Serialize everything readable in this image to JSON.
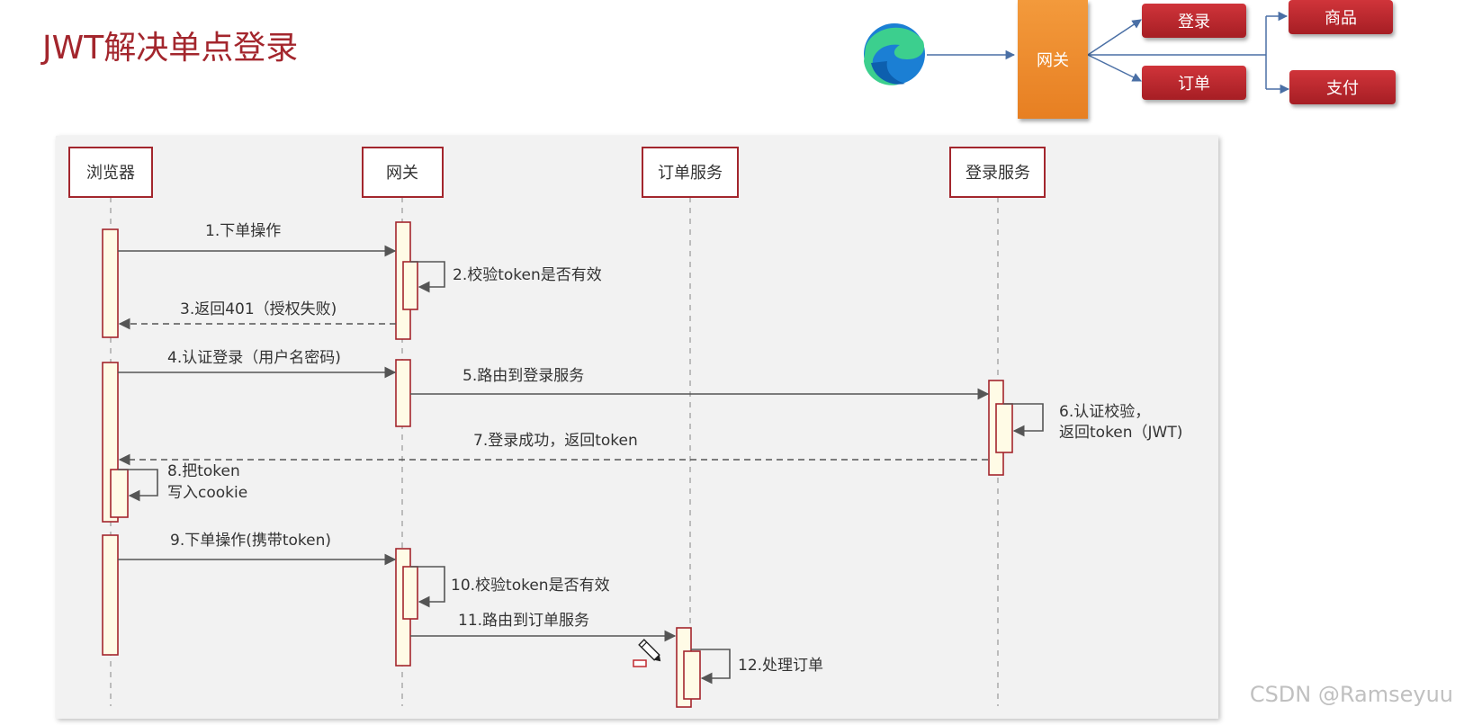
{
  "title": "JWT解决单点登录",
  "top_diagram": {
    "gateway": "网关",
    "buttons": {
      "login": "登录",
      "order": "订单",
      "goods": "商品",
      "pay": "支付"
    }
  },
  "sequence": {
    "participants": [
      "浏览器",
      "网关",
      "订单服务",
      "登录服务"
    ],
    "messages": [
      "1.下单操作",
      "2.校验token是否有效",
      "3.返回401（授权失败)",
      "4.认证登录（用户名密码)",
      "5.路由到登录服务",
      "6.认证校验，",
      "返回token（JWT)",
      "7.登录成功，返回token",
      "8.把token",
      "写入cookie",
      "9.下单操作(携带token)",
      "10.校验token是否有效",
      "11.路由到订单服务",
      "12.处理订单"
    ]
  },
  "watermark": "CSDN @Ramseyuu",
  "colors": {
    "title": "#a3262d",
    "gateway": "#ee8a2c",
    "button": "#c0282e",
    "lifeline_box_border": "#a3262d",
    "activation_fill": "#fffbe6"
  }
}
